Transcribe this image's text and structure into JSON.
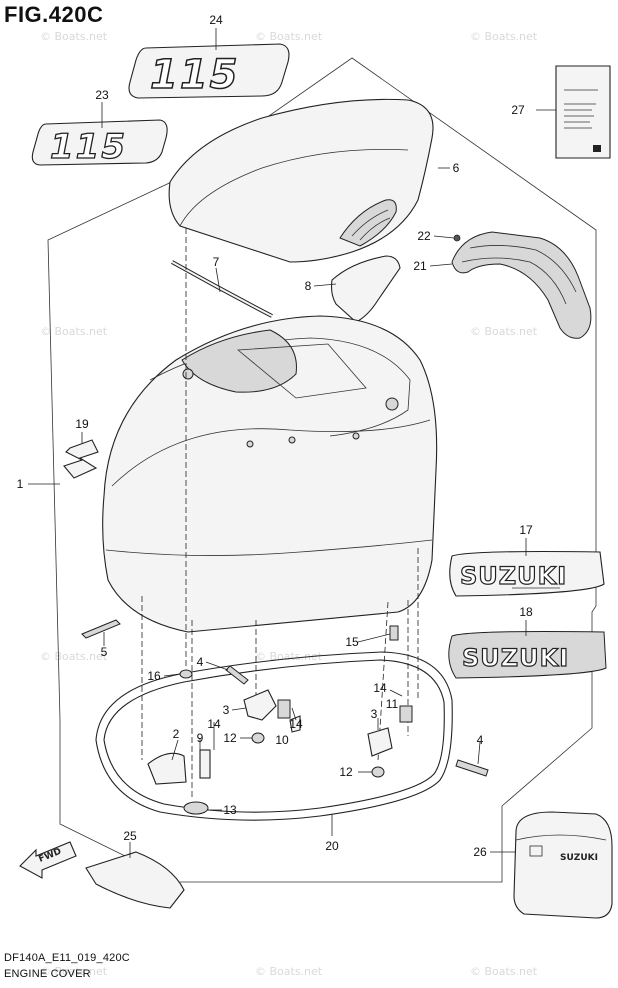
{
  "figure": {
    "title": "FIG.420C",
    "code": "DF140A_E11_019_420C",
    "name": "ENGINE COVER"
  },
  "watermark": "© Boats.net",
  "callouts": [
    "1",
    "2",
    "3",
    "3",
    "4",
    "4",
    "5",
    "6",
    "7",
    "8",
    "9",
    "10",
    "11",
    "12",
    "12",
    "13",
    "14",
    "14",
    "14",
    "15",
    "16",
    "17",
    "18",
    "19",
    "20",
    "21",
    "22",
    "23",
    "24",
    "25",
    "26",
    "27"
  ],
  "decals": {
    "d24": "115",
    "d23": "115",
    "d17": "SUZUKI",
    "d18": "SUZUKI",
    "d26": "SUZUKI",
    "fwd": "FWD"
  }
}
